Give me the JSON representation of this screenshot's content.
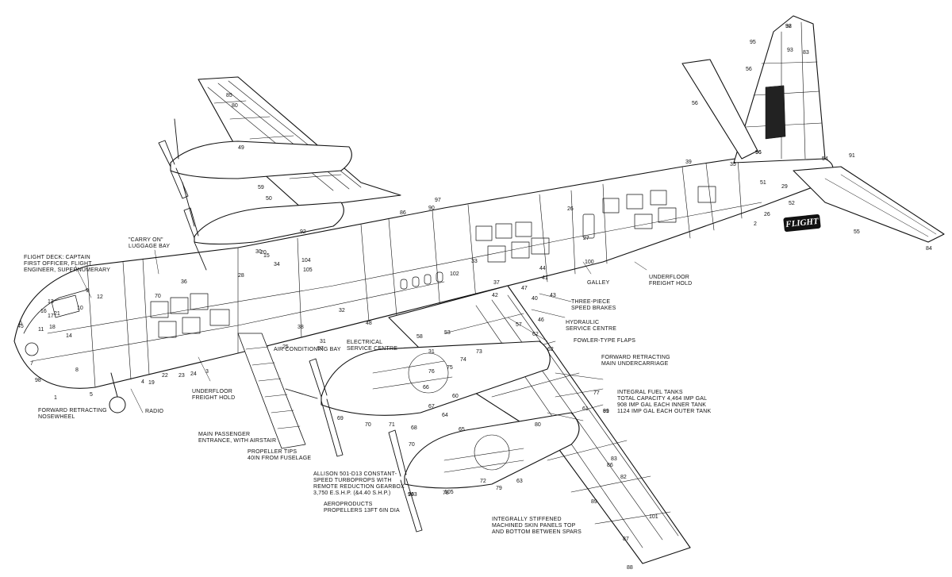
{
  "labels": {
    "flight_deck": "FLIGHT DECK: CAPTAIN\nFIRST OFFICER, FLIGHT\nENGINEER, SUPERNUMERARY",
    "carry_on": "\"CARRY ON\"\nLUGGAGE BAY",
    "underfloor_hold_fwd": "UNDERFLOOR\nFREIGHT HOLD",
    "radio": "RADIO",
    "nosewheel": "FORWARD RETRACTING\nNOSEWHEEL",
    "main_entrance": "MAIN PASSENGER\nENTRANCE, WITH AIRSTAIR",
    "air_conditioning": "AIR CONDITIONING BAY",
    "electrical": "ELECTRICAL\nSERVICE CENTRE",
    "prop_tips": "PROPELLER TIPS\n40in FROM FUSELAGE",
    "allison": "ALLISON 501-D13 CONSTANT-\nSPEED TURBOPROPS WITH\nREMOTE REDUCTION GEARBOX\n3,750 e.s.h.p. (&4.40 s.h.p.)",
    "aeroproducts": "AEROPRODUCTS\nPROPELLERS 13ft 6in dia",
    "galley": "GALLEY",
    "underfloor_hold_aft": "UNDERFLOOR\nFREIGHT HOLD",
    "speed_brakes": "THREE-PIECE\nSPEED BRAKES",
    "hydraulic": "HYDRAULIC\nSERVICE CENTRE",
    "fowler": "FOWLER-TYPE FLAPS",
    "main_undercarriage": "FORWARD RETRACTING\nMAIN UNDERCARRIAGE",
    "fuel_tanks": "INTEGRAL FUEL TANKS\nTOTAL CAPACITY 4,464 imp gal\n908 imp gal EACH INNER TANK\n1124 imp gal EACH OUTER TANK",
    "skin_panels": "INTEGRALLY STIFFENED\nMACHINED SKIN PANELS TOP\nAND BOTTOM BETWEEN SPARS"
  },
  "logo_text": "FLIGHT",
  "numbers": [
    "92",
    "95",
    "93",
    "83",
    "56",
    "56",
    "91",
    "85",
    "80",
    "49",
    "59",
    "50",
    "97",
    "86",
    "90",
    "26",
    "39",
    "96",
    "51",
    "54",
    "52",
    "35",
    "26",
    "2",
    "55",
    "84",
    "27",
    "100",
    "92",
    "20",
    "102",
    "104",
    "105",
    "38",
    "28",
    "31",
    "34",
    "36",
    "37",
    "41",
    "42",
    "43",
    "47",
    "46",
    "48",
    "58",
    "60",
    "57",
    "62",
    "62",
    "73",
    "74",
    "75",
    "76",
    "77",
    "61",
    "63",
    "66",
    "64",
    "65",
    "67",
    "68",
    "69",
    "70",
    "71",
    "72",
    "70",
    "78",
    "79",
    "80",
    "81",
    "82",
    "83",
    "86",
    "87",
    "88",
    "89",
    "101",
    "99",
    "103",
    "96",
    "7",
    "8",
    "9",
    "12",
    "13",
    "14",
    "16",
    "17",
    "18",
    "19",
    "22",
    "23",
    "24",
    "25",
    "30",
    "32",
    "33",
    "40",
    "44",
    "45",
    "1",
    "4",
    "5",
    "6",
    "98",
    "3",
    "94",
    "105",
    "70",
    "21",
    "11",
    "10",
    "15",
    "29",
    "53",
    "57",
    "31",
    "38"
  ]
}
